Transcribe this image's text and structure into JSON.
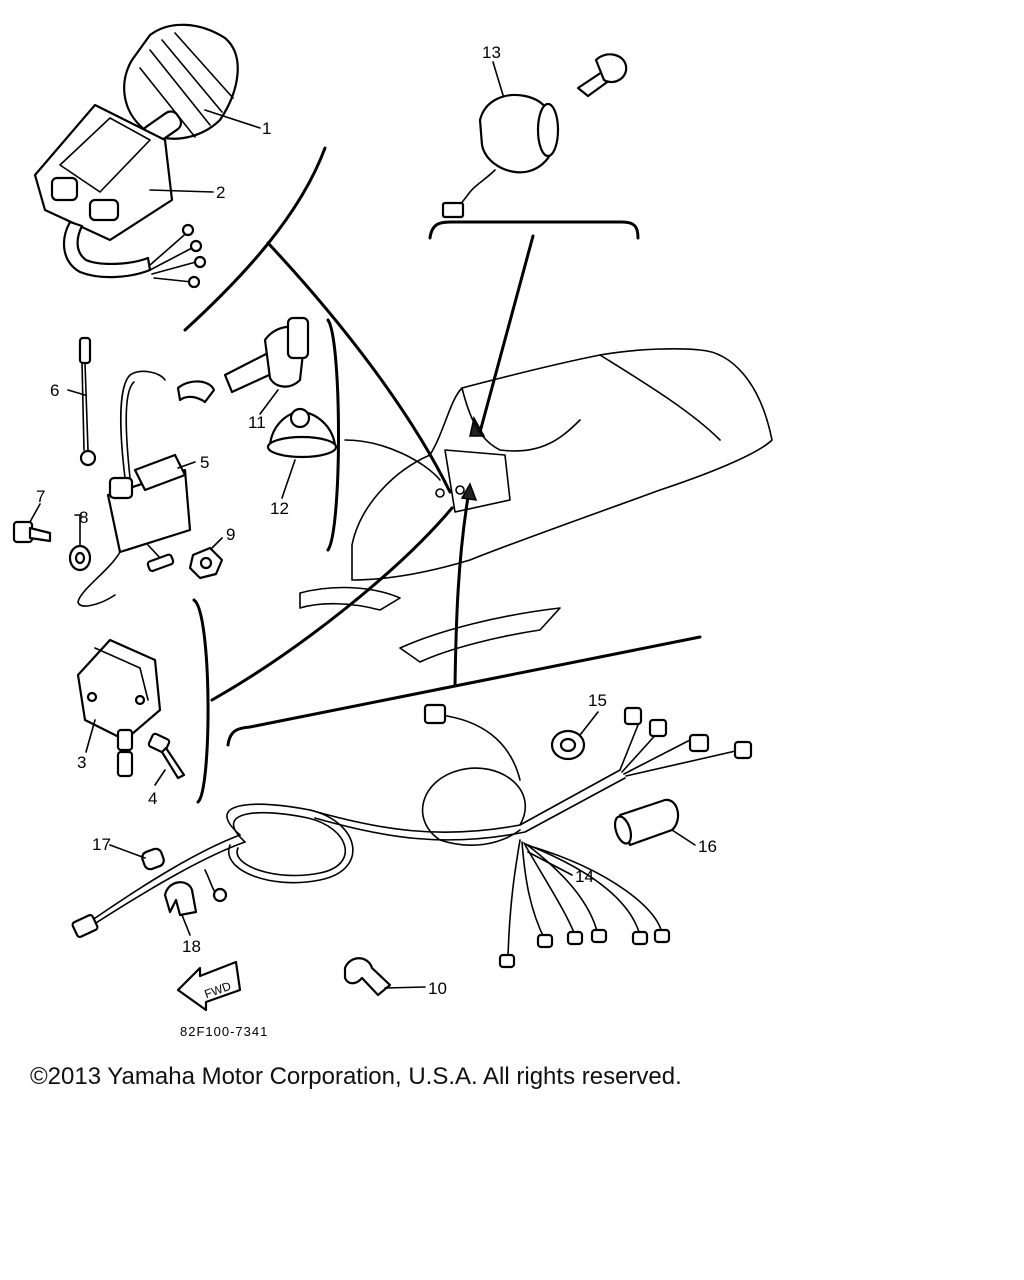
{
  "labels": {
    "p1": "1",
    "p2": "2",
    "p3": "3",
    "p4": "4",
    "p5": "5",
    "p6": "6",
    "p7": "7",
    "p8": "8",
    "p9": "9",
    "p10": "10",
    "p11": "11",
    "p12": "12",
    "p13": "13",
    "p14": "14",
    "p15": "15",
    "p16": "16",
    "p17": "17",
    "p18": "18"
  },
  "fwd_label": "FWD",
  "drawing_code": "82F100-7341",
  "copyright": "©2013 Yamaha Motor Corporation, U.S.A. All rights reserved."
}
